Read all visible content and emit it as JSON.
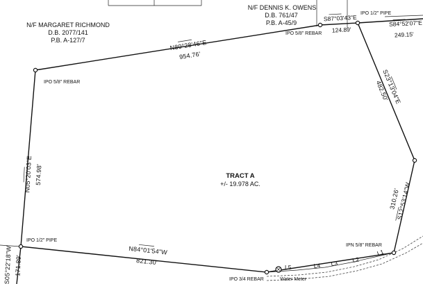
{
  "tract": {
    "name": "TRACT A",
    "area": "+/- 19.978 AC."
  },
  "adjoiners": {
    "richmond": {
      "name": "N/F MARGARET RICHMOND",
      "deed": "D.B. 2077/141",
      "plat": "P.B. A-127/7"
    },
    "owens": {
      "name": "N/F DENNIS K. OWENS",
      "deed": "D.B. 761/47",
      "plat": "P.B. A-45/9"
    }
  },
  "monuments": {
    "nw": "IPO 5/8\" REBAR",
    "ne_rebar": "IPO 5/8\" REBAR",
    "ne_pipe": "IPO 1/2\" PIPE",
    "sw": "IPO 1/2\" PIPE",
    "south": "IPO 3/4 REBAR",
    "se": "IPN 5/8\" REBAR",
    "water_meter": "Water Meter"
  },
  "calls": {
    "north": {
      "bearing": "N80°28'46\"E",
      "distance": "954.76'"
    },
    "ne_short": {
      "bearing": "S87°03'43\"E",
      "distance": "124.89'"
    },
    "ne_offsite": {
      "bearing": "S84°52'07\"E",
      "distance": "249.15'"
    },
    "east1": {
      "bearing": "S23°13'04\"E",
      "distance": "482.50'"
    },
    "east2": {
      "bearing": "S12°53'14\"W",
      "distance": "310.26'"
    },
    "south": {
      "bearing": "N84°01'54\"W",
      "distance": "821.30'"
    },
    "west": {
      "bearing": "N05°20'03\"E",
      "distance": "574.98'"
    },
    "sw_offsite": {
      "bearing": "S05°22'18\"W",
      "distance": "171.89'"
    }
  },
  "line_labels": [
    "L1",
    "L2",
    "L3",
    "L4",
    "L5"
  ]
}
